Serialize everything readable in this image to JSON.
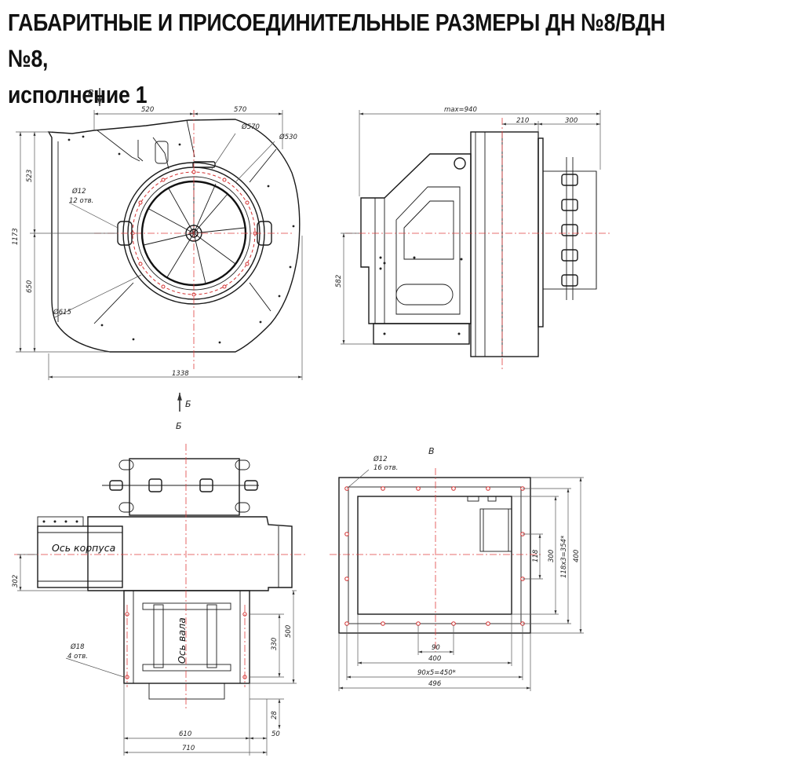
{
  "title": {
    "line1": "ГАБАРИТНЫЕ И ПРИСОЕДИНИТЕЛЬНЫЕ РАЗМЕРЫ ДН №8/ВДН №8,",
    "line2": "исполнение 1"
  },
  "view_markers": {
    "top": "В",
    "bottom": "Б",
    "bottom_label": "Б",
    "flange_view": "В"
  },
  "front_view": {
    "dim_520": "520",
    "dim_570": "570",
    "dim_d570": "Ø570",
    "dim_d530": "Ø530",
    "dim_d12": "Ø12",
    "holes_12": "12 отв.",
    "dim_d615": "Ø615",
    "dim_523": "523",
    "dim_650": "650",
    "dim_1173": "1173",
    "dim_1338": "1338"
  },
  "side_view": {
    "dim_max940": "max=940",
    "dim_210": "210",
    "dim_300": "300",
    "dim_582": "582"
  },
  "bottom_view": {
    "axis_body": "Ось корпуса",
    "axis_shaft": "Ось вала",
    "dim_d18": "Ø18",
    "holes_18": "4 отв.",
    "dim_302": "302",
    "dim_330": "330",
    "dim_500": "500",
    "dim_28": "28",
    "dim_610": "610",
    "dim_50": "50",
    "dim_710": "710"
  },
  "flange_view": {
    "dim_d12": "Ø12",
    "holes_16": "16 отв.",
    "dim_118": "118",
    "dim_300": "300",
    "dim_118x3": "118x3=354*",
    "dim_400v": "400",
    "dim_90": "90",
    "dim_400h": "400",
    "dim_90x5": "90x5=450*",
    "dim_496": "496"
  },
  "colors": {
    "line": "#1a1a1a",
    "axis": "#e04040",
    "dimension": "#555555"
  }
}
